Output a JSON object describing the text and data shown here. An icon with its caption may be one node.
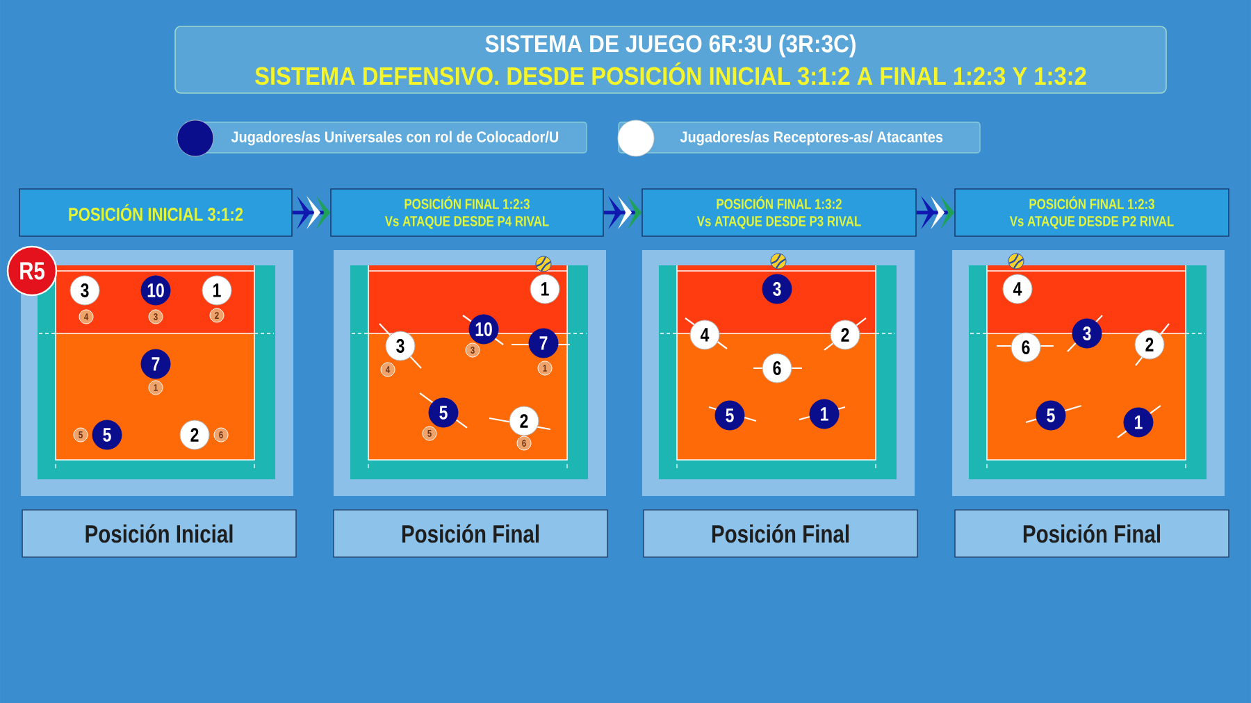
{
  "diagram": {
    "title": "SISTEMA DE JUEGO 6R:3U (3R:3C)",
    "nodes": [
      {
        "text": [
          "POSICIÓN INICIAL 3:1:2"
        ]
      },
      {
        "text": [
          "POSICIÓN FINAL 1:2:3",
          "Vs ATAQUE DESDE P4 RIVAL"
        ]
      },
      {
        "text": [
          "POSICIÓN FINAL 1:3:2",
          "Vs ATAQUE DESDE P3 RIVAL"
        ]
      },
      {
        "text": [
          "POSICIÓN FINAL 1:2:3",
          "Vs ATAQUE DESDE P2 RIVAL"
        ]
      },
      {
        "text": [
          "R5"
        ]
      },
      {
        "text": [],
        "shape": "box"
      },
      {
        "text": [
          "3"
        ],
        "in": 5,
        "beside": [
          "4"
        ]
      },
      {
        "text": [
          "10"
        ],
        "in": 5,
        "beside": [
          "3"
        ]
      },
      {
        "text": [
          "1"
        ],
        "in": 5,
        "beside": [
          "2"
        ]
      },
      {
        "text": [
          "7"
        ],
        "in": 5,
        "beside": [
          "1"
        ]
      },
      {
        "text": [
          "5"
        ],
        "in": 5,
        "beside": [
          "5"
        ]
      },
      {
        "text": [
          "2"
        ],
        "in": 5,
        "beside": [
          "6"
        ]
      },
      {
        "text": [],
        "shape": "box"
      },
      {
        "text": [
          "1"
        ],
        "in": 12
      },
      {
        "text": [
          "3"
        ],
        "in": 12,
        "beside": [
          "4"
        ]
      },
      {
        "text": [
          "10"
        ],
        "in": 12,
        "beside": [
          "3"
        ]
      },
      {
        "text": [
          "7"
        ],
        "in": 12,
        "beside": [
          "1"
        ]
      },
      {
        "text": [
          "5"
        ],
        "in": 12,
        "beside": [
          "5"
        ]
      },
      {
        "text": [
          "2"
        ],
        "in": 12,
        "beside": [
          "6"
        ]
      },
      {
        "text": [],
        "shape": "box"
      },
      {
        "text": [
          "3"
        ],
        "in": 19
      },
      {
        "text": [
          "4"
        ],
        "in": 19
      },
      {
        "text": [
          "2"
        ],
        "in": 19
      },
      {
        "text": [
          "6"
        ],
        "in": 19
      },
      {
        "text": [
          "5"
        ],
        "in": 19
      },
      {
        "text": [
          "1"
        ],
        "in": 19
      },
      {
        "text": [],
        "shape": "box"
      },
      {
        "text": [
          "4"
        ],
        "in": 26
      },
      {
        "text": [
          "6"
        ],
        "in": 26
      },
      {
        "text": [
          "3"
        ],
        "in": 26
      },
      {
        "text": [
          "2"
        ],
        "in": 26
      },
      {
        "text": [
          "5"
        ],
        "in": 26
      },
      {
        "text": [
          "1"
        ],
        "in": 26
      },
      {
        "text": [
          "Posición Inicial"
        ]
      },
      {
        "text": [
          "Posición Final"
        ]
      },
      {
        "text": [
          "Posición Final"
        ]
      },
      {
        "text": [
          "Posición Final"
        ]
      }
    ],
    "edges": [
      {
        "from": 0,
        "to": 1,
        "arrow": "to"
      },
      {
        "from": 1,
        "to": 2,
        "arrow": "to"
      },
      {
        "from": 2,
        "to": 3,
        "arrow": "to"
      }
    ],
    "labels": [
      "SISTEMA DEFENSIVO. DESDE POSICIÓN INICIAL 3:1:2 A FINAL 1:2:3 Y 1:3:2"
    ],
    "legend": [
      {
        "text": "Jugadores/as Universales con rol de Colocador/U",
        "color": "#0a0e8c"
      },
      {
        "text": "Jugadores/as Receptores-as/ Atacantes",
        "color": "#ffffff"
      }
    ]
  }
}
